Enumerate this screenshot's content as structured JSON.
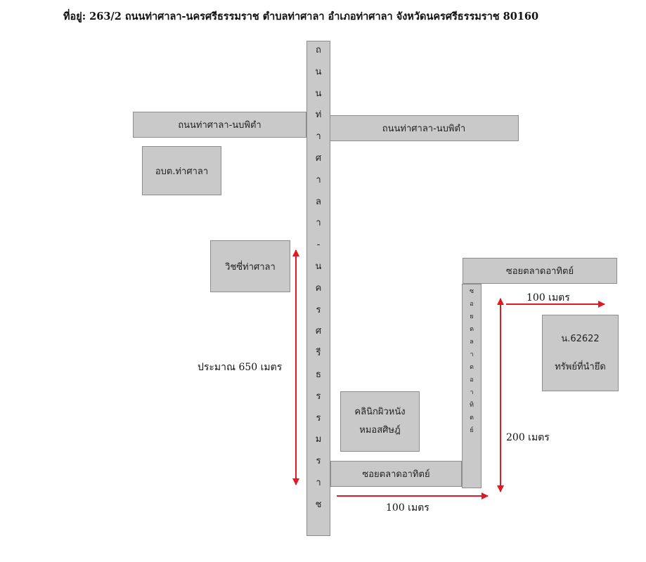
{
  "address": "ที่อยู่: 263/2 ถนนท่าศาลา-นครศรีธรรมราช ตำบลท่าศาลา อำเภอท่าศาลา จังหวัดนครศรีธรรมราช 80160",
  "roads": {
    "main_vertical": "ถนนท่าศาลา-นครศรีธรรมราช",
    "left_horizontal": "ถนนท่าศาลา-นบพิตำ",
    "right_horizontal": "ถนนท่าศาลา-นบพิตำ",
    "soi_top": "ซอยตลาดอาทิตย์",
    "soi_bottom": "ซอยตลาดอาทิตย์",
    "soi_vertical": "ซอยตลาดอาทิตย์"
  },
  "buildings": {
    "sao": "อบต.ท่าศาลา",
    "college": "วิชซี่ท่าศาลา",
    "clinic_line1": "คลินิกผิวหนัง",
    "clinic_line2": "หมอสศิษฎ์",
    "property_code": "น.62622",
    "property_name": "ทรัพย์ที่นำยึด"
  },
  "distances": {
    "main": "ประมาณ 650 เมตร",
    "soi_bottom": "100 เมตร",
    "soi_right": "100 เมตร",
    "soi_vertical": "200 เมตร"
  },
  "colors": {
    "road_fill": "#c9c9c9",
    "road_border": "#8d8d8d",
    "arrow": "#e01a22"
  }
}
